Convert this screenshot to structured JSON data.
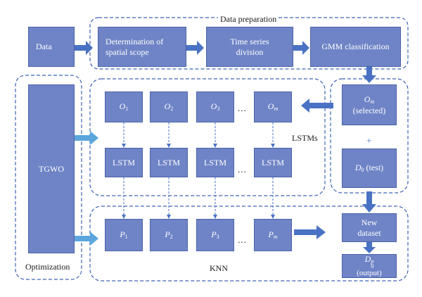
{
  "colors": {
    "box_fill": "#6f84c6",
    "box_border": "#4b62a8",
    "group_border": "#3d63b3",
    "arrow": "#4a72c4",
    "arrow_light": "#5aa6dd"
  },
  "nodes": {
    "data": "Data",
    "scope": "Determination of spatial scope",
    "time_series": "Time series division",
    "gmm": "GMM classification",
    "tgwo": "TGWO",
    "o1_var": "O",
    "o1_sub": "1",
    "o2_var": "O",
    "o2_sub": "2",
    "o3_var": "O",
    "o3_sub": "3",
    "om_var": "O",
    "om_sub": "m",
    "lstm1": "LSTM",
    "lstm2": "LSTM",
    "lstm3": "LSTM",
    "lstmm": "LSTM",
    "p1_var": "P",
    "p1_sub": "1",
    "p2_var": "P",
    "p2_sub": "2",
    "p3_var": "P",
    "p3_sub": "3",
    "pm_var": "P",
    "pm_sub": "m",
    "om_selected_var": "O",
    "om_selected_sub": "m",
    "om_selected_note": "(selected)",
    "d0_test_var": "D",
    "d0_test_sub": "0",
    "d0_test_note": "(test)",
    "new_dataset": "New dataset",
    "d0p_var": "D",
    "d0p_sub": "0",
    "d0p_sup": "p",
    "d0p_note": "(output)"
  },
  "labels": {
    "data_preparation": "Data preparation",
    "lstms": "LSTMs",
    "knn": "KNN",
    "optimization": "Optimization",
    "plus": "+",
    "ellipsis": "..."
  }
}
